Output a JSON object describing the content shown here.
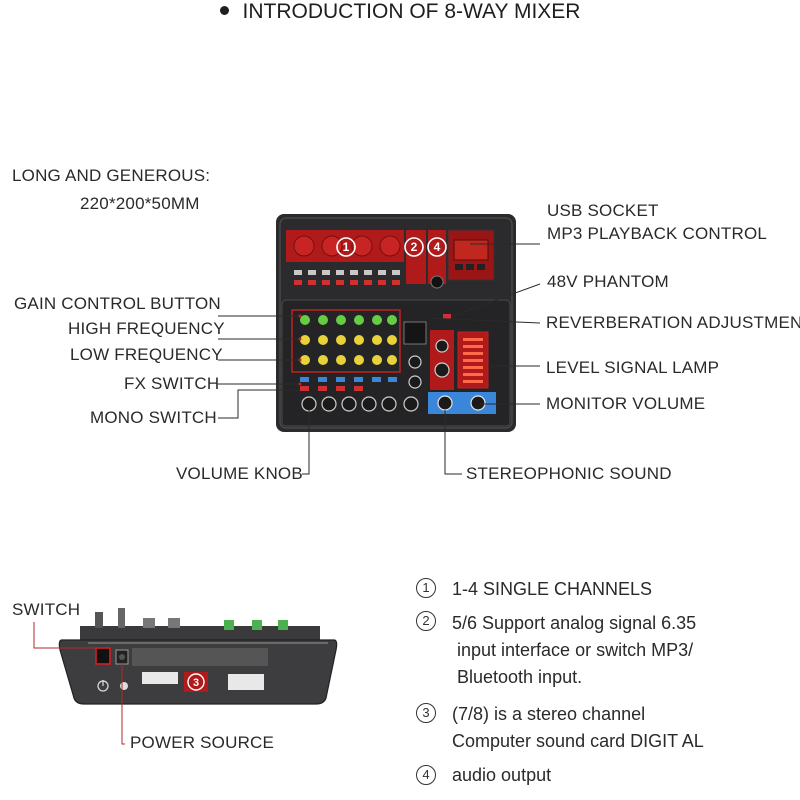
{
  "title": "INTRODUCTION OF 8-WAY MIXER",
  "size_heading": "LONG AND GENEROUS:",
  "size_value": "220*200*50MM",
  "labels_right": {
    "usb_socket": "USB SOCKET",
    "mp3_control": "MP3 PLAYBACK CONTROL",
    "phantom": "48V PHANTOM",
    "reverb": "REVERBERATION ADJUSTMENT",
    "level_lamp": "LEVEL SIGNAL LAMP",
    "monitor_volume": "MONITOR VOLUME",
    "stereo_sound": "STEREOPHONIC SOUND"
  },
  "labels_left": {
    "gain": "GAIN CONTROL BUTTON",
    "high_freq": "HIGH FREQUENCY",
    "low_freq": "LOW FREQUENCY",
    "fx_switch": "FX SWITCH",
    "mono_switch": "MONO SWITCH",
    "volume_knob": "VOLUME KNOB"
  },
  "rear_labels": {
    "switch": "SWITCH",
    "power_source": "POWER SOURCE"
  },
  "mixer_badges": [
    "1",
    "2",
    "4"
  ],
  "rear_badge": "3",
  "features": [
    {
      "num": "1",
      "lines": [
        "1-4 SINGLE CHANNELS"
      ]
    },
    {
      "num": "2",
      "lines": [
        "5/6 Support analog signal 6.35",
        "input interface or switch MP3/",
        "Bluetooth input."
      ]
    },
    {
      "num": "3",
      "lines": [
        "(7/8) is a stereo channel",
        "Computer sound card DIGIT AL"
      ]
    },
    {
      "num": "4",
      "lines": [
        "audio output"
      ]
    }
  ],
  "colors": {
    "panel": "#2b2b2d",
    "red_zone": "#b01a1a",
    "knob_green": "#66cc44",
    "knob_yellow": "#e8d23a",
    "knob_blue": "#3a86d8",
    "leader": "#b02a2a"
  }
}
